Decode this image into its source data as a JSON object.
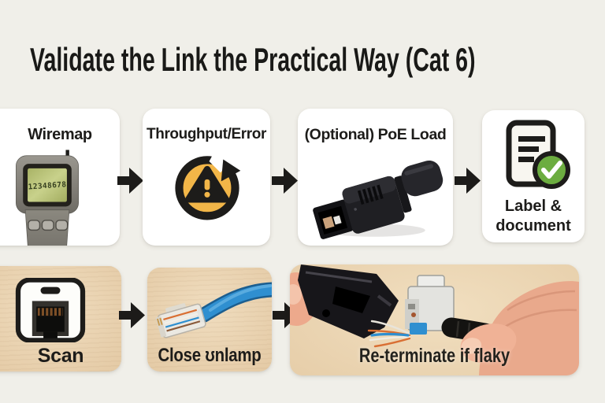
{
  "title": "Validate the Link the Practical Way (Cat 6)",
  "colors": {
    "background": "#f0efe9",
    "card": "#ffffff",
    "ink": "#1d1c1a",
    "amber": "#f2b648",
    "badge_green": "#6cad40",
    "lcd_green": "#b7c277",
    "cable_blue": "#2f8fd0",
    "wood": "#e4caa5"
  },
  "top_row": {
    "wiremap": {
      "label": "Wiremap",
      "lcd_text": "12348678",
      "icon": "cable-tester-icon"
    },
    "throughput": {
      "label": "Throughput/Error",
      "icon": "warning-refresh-icon"
    },
    "poe": {
      "label": "(Optional) PoE Load",
      "icon": "poe-plug-image"
    },
    "document": {
      "label_line1": "Label &",
      "label_line2": "document",
      "icon": "document-check-icon"
    }
  },
  "bottom_row": {
    "scan": {
      "label": "Scan",
      "icon": "ethernet-jack-icon"
    },
    "close": {
      "label": "Close ʊnlamp",
      "icon": "patch-cable-image"
    },
    "reterminate": {
      "label": "Re-terminate if flaky",
      "icon": "crimp-scene-photo"
    }
  }
}
